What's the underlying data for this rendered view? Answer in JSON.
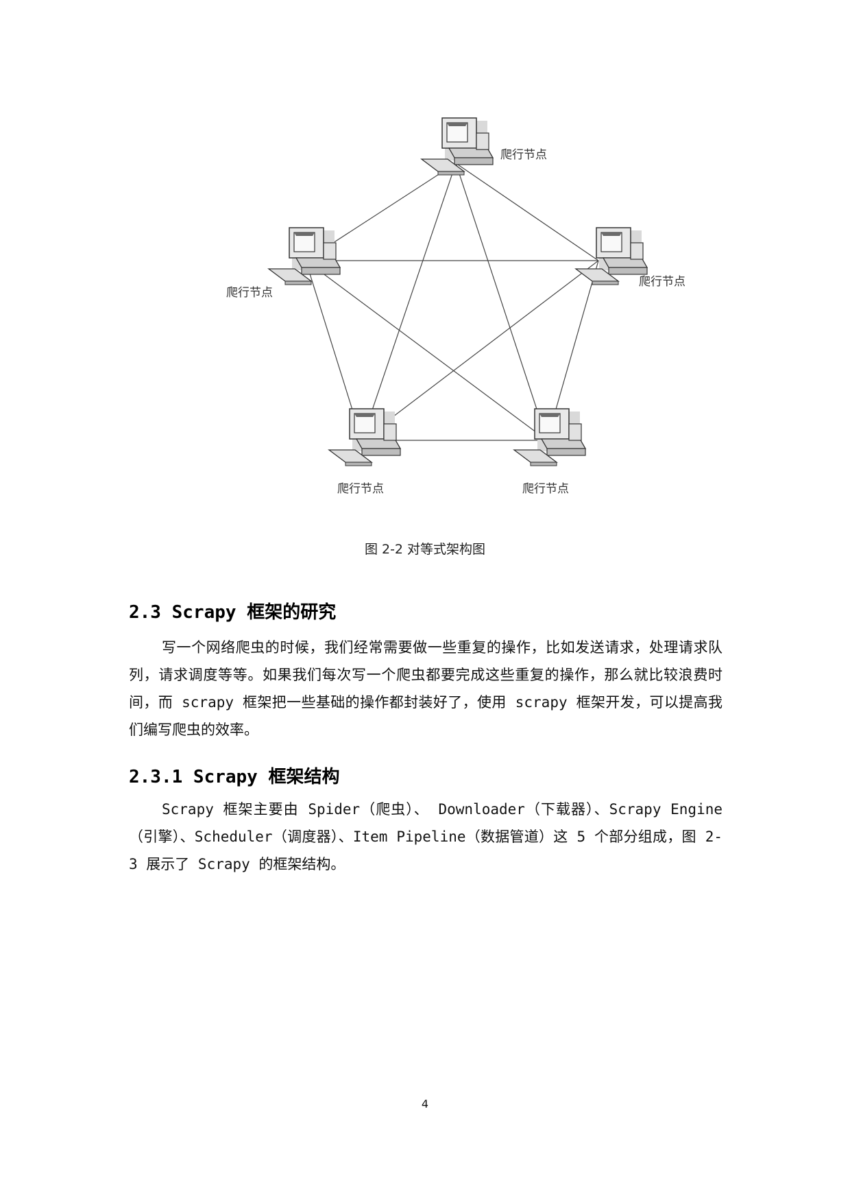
{
  "figure": {
    "nodes": [
      {
        "label": "爬行节点"
      },
      {
        "label": "爬行节点"
      },
      {
        "label": "爬行节点"
      },
      {
        "label": "爬行节点"
      },
      {
        "label": "爬行节点"
      }
    ],
    "caption": "图 2-2 对等式架构图"
  },
  "section": {
    "heading_num": "2.3 Scrapy",
    "heading_text": "框架的研究",
    "paragraph": "写一个网络爬虫的时候，我们经常需要做一些重复的操作，比如发送请求，处理请求队列，请求调度等等。如果我们每次写一个爬虫都要完成这些重复的操作，那么就比较浪费时间，而 scrapy 框架把一些基础的操作都封装好了，使用 scrapy 框架开发，可以提高我们编写爬虫的效率。"
  },
  "subsection": {
    "heading_num": "2.3.1 Scrapy",
    "heading_text": "框架结构",
    "paragraph": "Scrapy 框架主要由 Spider（爬虫）、 Downloader（下载器）、Scrapy Engine（引擎）、Scheduler（调度器）、Item Pipeline（数据管道）这 5 个部分组成，图 2-3 展示了 Scrapy 的框架结构。"
  },
  "footer": {
    "page_number": "4"
  }
}
